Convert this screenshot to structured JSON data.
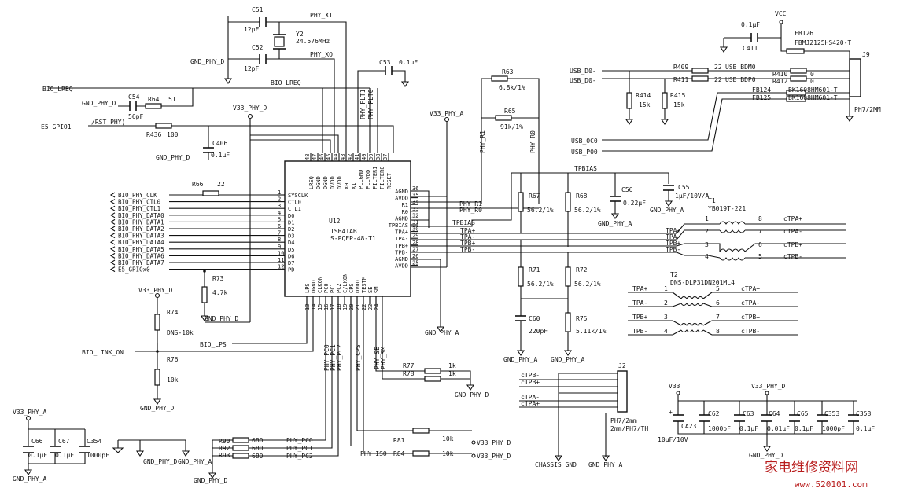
{
  "ic": {
    "ref": "U12",
    "part": "TSB41AB1",
    "package": "S-PQFP-48-T1",
    "pins_left": [
      {
        "num": "1",
        "name": "SYSCLK"
      },
      {
        "num": "2",
        "name": "CTL0"
      },
      {
        "num": "3",
        "name": "CTL1"
      },
      {
        "num": "4",
        "name": "D0"
      },
      {
        "num": "5",
        "name": "D1"
      },
      {
        "num": "6",
        "name": "D2"
      },
      {
        "num": "7",
        "name": "D3"
      },
      {
        "num": "8",
        "name": "D4"
      },
      {
        "num": "9",
        "name": "D5"
      },
      {
        "num": "10",
        "name": "D6"
      },
      {
        "num": "11",
        "name": "D7"
      },
      {
        "num": "12",
        "name": "PD"
      }
    ],
    "pins_right": [
      {
        "num": "36",
        "name": "AGND"
      },
      {
        "num": "35",
        "name": "AVDD"
      },
      {
        "num": "34",
        "name": "R1"
      },
      {
        "num": "33",
        "name": "R0"
      },
      {
        "num": "32",
        "name": "AGND"
      },
      {
        "num": "31",
        "name": "TPBIAS"
      },
      {
        "num": "30",
        "name": "TPA+"
      },
      {
        "num": "29",
        "name": "TPA-"
      },
      {
        "num": "28",
        "name": "TPB+"
      },
      {
        "num": "27",
        "name": "TPB-"
      },
      {
        "num": "26",
        "name": "AGND"
      },
      {
        "num": "25",
        "name": "AVDD"
      }
    ],
    "pins_top": [
      {
        "num": "48",
        "name": "LREQ"
      },
      {
        "num": "47",
        "name": "DGND"
      },
      {
        "num": "46",
        "name": "DGND"
      },
      {
        "num": "45",
        "name": "DVDD"
      },
      {
        "num": "44",
        "name": "DVDD"
      },
      {
        "num": "43",
        "name": "X0"
      },
      {
        "num": "42",
        "name": "X1"
      },
      {
        "num": "41",
        "name": "PLLGND"
      },
      {
        "num": "40",
        "name": "PLLVDD"
      },
      {
        "num": "39",
        "name": "FILTER1"
      },
      {
        "num": "38",
        "name": "FILTER0"
      },
      {
        "num": "37",
        "name": "RESET"
      }
    ],
    "pins_bottom": [
      {
        "num": "13",
        "name": "LPS"
      },
      {
        "num": "14",
        "name": "DGND"
      },
      {
        "num": "15",
        "name": "CLKON"
      },
      {
        "num": "16",
        "name": "PC0"
      },
      {
        "num": "17",
        "name": "PC1"
      },
      {
        "num": "18",
        "name": "PC2"
      },
      {
        "num": "19",
        "name": "C/LKON"
      },
      {
        "num": "20",
        "name": "CPS"
      },
      {
        "num": "21",
        "name": "DVDD"
      },
      {
        "num": "22",
        "name": "TESTM"
      },
      {
        "num": "23",
        "name": "SE"
      },
      {
        "num": "24",
        "name": "SM"
      }
    ]
  },
  "left_nets": [
    "BIO_PHY_CLK",
    "BIO_PHY_CTL0",
    "BIO_PHY_CTL1",
    "BIO_PHY_DATA0",
    "BIO_PHY_DATA1",
    "BIO_PHY_DATA2",
    "BIO_PHY_DATA3",
    "BIO_PHY_DATA4",
    "BIO_PHY_DATA5",
    "BIO_PHY_DATA6",
    "BIO_PHY_DATA7",
    "E5_GPIOx0"
  ],
  "labels": {
    "c51": "C51",
    "c51_val": "12pF",
    "c52": "C52",
    "c52_val": "12pF",
    "y2": "Y2",
    "y2_val": "24.576MHz",
    "phy_xi": "PHY_XI",
    "phy_xo": "PHY_XO",
    "gnd_phy_d_1": "GND_PHY_D",
    "c53": "C53",
    "c53_val": "0.1μF",
    "bio_lreq_1": "BIO_LREQ",
    "bio_lreq_2": "BIO_LREQ",
    "gnd_phy_d_2": "GND_PHY_D",
    "c54": "C54",
    "c54_val": "56pF",
    "r64": "R64",
    "r64_val": "51",
    "e5_gpio1": "E5_GPIO1",
    "rst_phy": "/RST_PHY)",
    "r436": "R436",
    "r436_val": "100",
    "v33_phy_d_1": "V33_PHY_D",
    "c406": "C406",
    "c406_val": "0.1μF",
    "gnd_phy_d_3": "GND_PHY_D",
    "phy_flt1": "PHY_FLT1",
    "phy_flt0": "PHY_FLT0",
    "r63": "R63",
    "r63_val": "6.8k/1%",
    "r65": "R65",
    "r65_val": "91k/1%",
    "v33_phy_a_1": "V33_PHY_A",
    "phy_r1": "PHY_R1",
    "phy_r0": "PHY_R0",
    "phy_r1_b": "PHY_R1",
    "phy_r0_b": "PHY_R0",
    "r66": "R66",
    "r66_val": "22",
    "tpbias": "TPBIAS",
    "tpbias_2": "TPBIAS",
    "r67": "R67",
    "r67_val": "56.2/1%",
    "r68": "R68",
    "r68_val": "56.2/1%",
    "c56": "C56",
    "c56_val": "0.22μF",
    "c55": "C55",
    "c55_val": "1μF/10V/A",
    "gnd_phy_a_1": "GND_PHY_A",
    "gnd_phy_a_2": "GND_PHY_A",
    "t1": "T1",
    "t1_part": "YB019T-221",
    "tpa_p": "TPA+",
    "tpa_n": "TPA-",
    "tpb_p": "TPB+",
    "tpb_n": "TPB-",
    "ctpa_p": "cTPA+",
    "ctpa_n": "cTPA-",
    "ctpb_p": "cTPB+",
    "ctpb_n": "cTPB-",
    "r71": "R71",
    "r71_val": "56.2/1%",
    "r72": "R72",
    "r72_val": "56.2/1%",
    "c60": "C60",
    "c60_val": "220pF",
    "r75": "R75",
    "r75_val": "5.11k/1%",
    "gnd_phy_a_3": "GND_PHY_A",
    "gnd_phy_a_4": "GND_PHY_A",
    "gnd_phy_a_5": "GND_PHY_A",
    "t2": "T2",
    "t2_part": "DNS-DLP31DN201ML4",
    "r73": "R73",
    "r73_val": "4.7k",
    "v33_phy_d_2": "V33_PHY_D",
    "r74": "R74",
    "r74_val": "DNS-10k",
    "gnd_phy_d_4": "GND_PHY_D",
    "bio_lps": "BIO_LPS",
    "bio_link_on": "BIO_LINK_ON",
    "r76": "R76",
    "r76_val": "10k",
    "gnd_phy_d_5": "GND_PHY_D",
    "phy_pc0": "PHY_PC0",
    "phy_pc1": "PHY_PC1",
    "phy_pc2": "PHY_PC2",
    "phy_cps": "PHY_CPS",
    "phy_se": "PHY_SE",
    "phy_sm": "PHY_SM",
    "r77": "R77",
    "r78": "R78",
    "r77_val": "1k",
    "r78_val": "1k",
    "gnd_phy_d_6": "GND_PHY_D",
    "v33_phy_a_2": "V33_PHY_A",
    "c66": "C66",
    "c67": "C67",
    "c354": "C354",
    "c66_val": "0.1μF",
    "c67_val": "0.1μF",
    "c354_val": "1000pF",
    "gnd_phy_a_6": "GND_PHY_A",
    "gnd_phy_d_7": "GND_PHY_D",
    "gnd_phy_a_7": "GND_PHY_A",
    "r90": "R90",
    "r92": "R92",
    "r93": "R93",
    "r90_val": "680",
    "r92_val": "680",
    "r93_val": "680",
    "gnd_phy_d_8": "GND_PHY_D",
    "r81": "R81",
    "r81_val": "10k",
    "r84": "R84",
    "r84_val": "10k",
    "phy_iso": "PHY_ISO",
    "v33_phy_d_3": "V33_PHY_D",
    "v33_phy_d_4": "V33_PHY_D",
    "j2": "J2",
    "j2_part": "PH7/2mm",
    "j2_part2": "2mm/PH7/TH",
    "chassis_gnd": "CHASSIS_GND",
    "gnd_phy_a_8": "GND_PHY_A",
    "v33": "V33",
    "v33_phy_d_5": "V33_PHY_D",
    "ca23": "CA23",
    "ca23_val": "10μF/10V",
    "c62": "C62",
    "c62_val": "1000pF",
    "c63": "C63",
    "c63_val": "0.1μF",
    "c64": "C64",
    "c64_val": "0.01μF",
    "c65": "C65",
    "c65_val": "0.1μF",
    "c353": "C353",
    "c353_val": "1000pF",
    "c358": "C358",
    "c358_val": "0.1μF",
    "gnd_phy_d_9": "GND_PHY_D",
    "vcc": "VCC",
    "c411_val": "0.1μF",
    "c411": "C411",
    "fb126": "FB126",
    "fb126_part": "FBMJ2125HS420-T",
    "j9": "J9",
    "j9_part": "PH7/2MM",
    "usb_d_n": "USB_D0-",
    "usb_d_p": "USB_D0-",
    "r409": "R409",
    "r411": "R411",
    "r409_val": "22",
    "r411_val": "22",
    "usb_bdm0": "USB_BDM0",
    "usb_bdp0": "USB_BDP0",
    "r410": "R410",
    "r412": "R412",
    "r410_val": "0",
    "r412_val": "0",
    "r414": "R414",
    "r414_val": "15k",
    "r415": "R415",
    "r415_val": "15k",
    "fb124": "FB124",
    "fb125": "FB125",
    "fb124_part": "BK1608HM601-T",
    "fb125_part": "BK1608HM601-T",
    "usb_oc0": "USB_OC0",
    "usb_p00": "USB_P00",
    "watermark_cn": "家电维修资料网",
    "watermark_url": "www.520101.com"
  }
}
